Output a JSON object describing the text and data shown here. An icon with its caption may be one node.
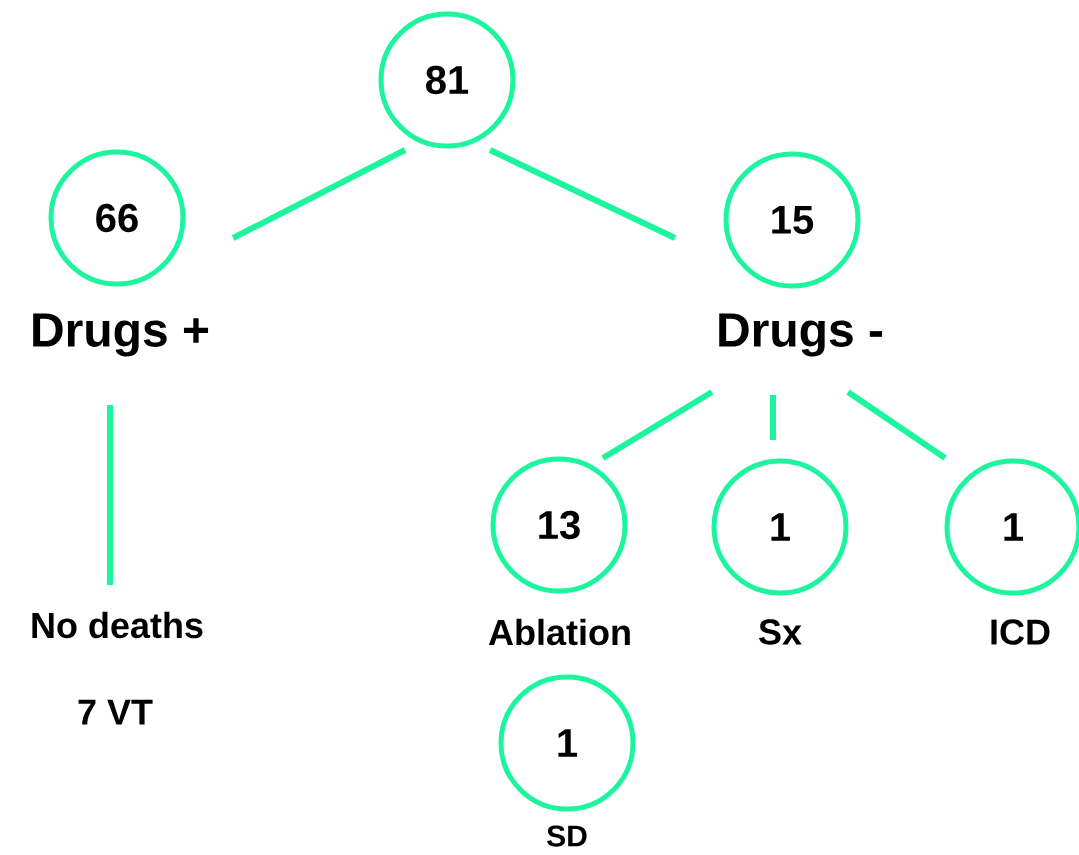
{
  "diagram": {
    "nodes": [
      {
        "text": [
          "81"
        ]
      },
      {
        "text": [
          "66"
        ],
        "beside": [
          "Drugs +"
        ]
      },
      {
        "text": [
          "15"
        ],
        "beside": [
          "Drugs -"
        ]
      },
      {
        "text": [
          "13"
        ],
        "beside": [
          "Ablation"
        ]
      },
      {
        "text": [
          "1"
        ],
        "beside": [
          "Sx"
        ]
      },
      {
        "text": [
          "1"
        ],
        "beside": [
          "ICD"
        ]
      },
      {
        "text": [
          "1"
        ],
        "beside": [
          "SD"
        ]
      },
      {
        "text": [
          "No deaths"
        ],
        "beside": [
          "7 VT"
        ]
      }
    ],
    "edges": [
      {
        "from": 0,
        "to": 1,
        "arrow": "none"
      },
      {
        "from": 0,
        "to": 2,
        "arrow": "none"
      },
      {
        "from": 2,
        "to": 3,
        "arrow": "none"
      },
      {
        "from": 2,
        "to": 4,
        "arrow": "none"
      },
      {
        "from": 2,
        "to": 5,
        "arrow": "none"
      },
      {
        "from": 1,
        "to": 7,
        "arrow": "none"
      }
    ]
  }
}
